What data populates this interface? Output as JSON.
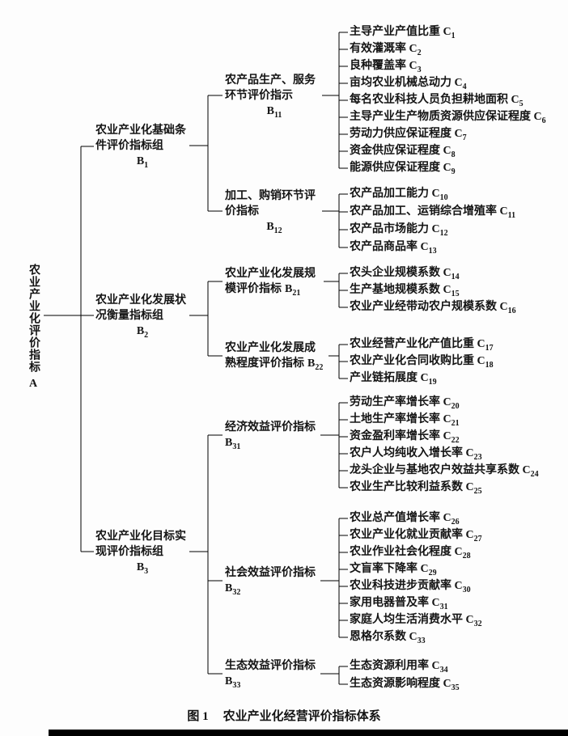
{
  "figure": {
    "caption_prefix": "图 1",
    "caption_title": "农业产业化经营评价指标体系"
  },
  "colors": {
    "ink": "#000000",
    "paper": "#ffffff"
  },
  "tree": {
    "root": {
      "label": "农业产业化评价指标",
      "code": "A"
    },
    "groups": [
      {
        "lines": [
          "农业产业化基础条",
          "件评价指标组"
        ],
        "code": "B",
        "sub": "1"
      },
      {
        "lines": [
          "农业产业化发展状",
          "况衡量指标组"
        ],
        "code": "B",
        "sub": "2"
      },
      {
        "lines": [
          "农业产业化目标实",
          "现评价指标组"
        ],
        "code": "B",
        "sub": "3"
      }
    ],
    "subgroups": [
      {
        "lines": [
          "农产品生产、服务",
          "环节评价指示"
        ],
        "code": "B",
        "sub": "11"
      },
      {
        "lines": [
          "加工、购销环节评",
          "价指标"
        ],
        "code": "B",
        "sub": "12"
      },
      {
        "lines": [
          "农业产业化发展规",
          "模评价指标"
        ],
        "code": "B",
        "sub": "21"
      },
      {
        "lines": [
          "农业产业化发展成",
          "熟程度评价指标"
        ],
        "code": "B",
        "sub": "22"
      },
      {
        "lines": [
          "经济效益评价指标"
        ],
        "code": "B",
        "sub": "31"
      },
      {
        "lines": [
          "社会效益评价指标"
        ],
        "code": "B",
        "sub": "32"
      },
      {
        "lines": [
          "生态效益评价指标"
        ],
        "code": "B",
        "sub": "33"
      }
    ],
    "leaves": [
      {
        "text": "主导产业产值比重 C",
        "sub": "1"
      },
      {
        "text": "有效灌溉率 C",
        "sub": "2"
      },
      {
        "text": "良种覆盖率 C",
        "sub": "3"
      },
      {
        "text": "亩均农业机械总动力 C",
        "sub": "4"
      },
      {
        "text": "每名农业科技人员负担耕地面积 C",
        "sub": "5"
      },
      {
        "text": "主导产业生产物质资源供应保证程度 C",
        "sub": "6"
      },
      {
        "text": "劳动力供应保证程度 C",
        "sub": "7"
      },
      {
        "text": "资金供应保证程度 C",
        "sub": "8"
      },
      {
        "text": "能源供应保证程度 C",
        "sub": "9"
      },
      {
        "text": "农产品加工能力 C",
        "sub": "10"
      },
      {
        "text": "农产品加工、运销综合增殖率 C",
        "sub": "11"
      },
      {
        "text": "农产品市场能力 C",
        "sub": "12"
      },
      {
        "text": "农产品商品率 C",
        "sub": "13"
      },
      {
        "text": "农头企业规模系数 C",
        "sub": "14"
      },
      {
        "text": "生产基地规模系数 C",
        "sub": "15"
      },
      {
        "text": "农业产业经带动农户规模系数 C",
        "sub": "16"
      },
      {
        "text": "农业经营产业化产值比重 C",
        "sub": "17"
      },
      {
        "text": "农业产业化合同收购比重 C",
        "sub": "18"
      },
      {
        "text": "产业链拓展度 C",
        "sub": "19"
      },
      {
        "text": "劳动生产率增长率 C",
        "sub": "20"
      },
      {
        "text": "土地生产率增长率 C",
        "sub": "21"
      },
      {
        "text": "资金盈利率增长率 C",
        "sub": "22"
      },
      {
        "text": "农户人均纯收入增长率 C",
        "sub": "23"
      },
      {
        "text": "龙头企业与基地农户效益共享系数 C",
        "sub": "24"
      },
      {
        "text": "农业生产比较利益系数 C",
        "sub": "25"
      },
      {
        "text": "农业总产值增长率 C",
        "sub": "26"
      },
      {
        "text": "农业产业化就业贡献率 C",
        "sub": "27"
      },
      {
        "text": "农业作业社会化程度 C",
        "sub": "28"
      },
      {
        "text": "文盲率下降率 C",
        "sub": "29"
      },
      {
        "text": "农业科技进步贡献率 C",
        "sub": "30"
      },
      {
        "text": "家用电器普及率 C",
        "sub": "31"
      },
      {
        "text": "家庭人均生活消费水平 C",
        "sub": "32"
      },
      {
        "text": "恩格尔系数 C",
        "sub": "33"
      },
      {
        "text": "生态资源利用率 C",
        "sub": "34"
      },
      {
        "text": "生态资源影响程度 C",
        "sub": "35"
      }
    ]
  }
}
